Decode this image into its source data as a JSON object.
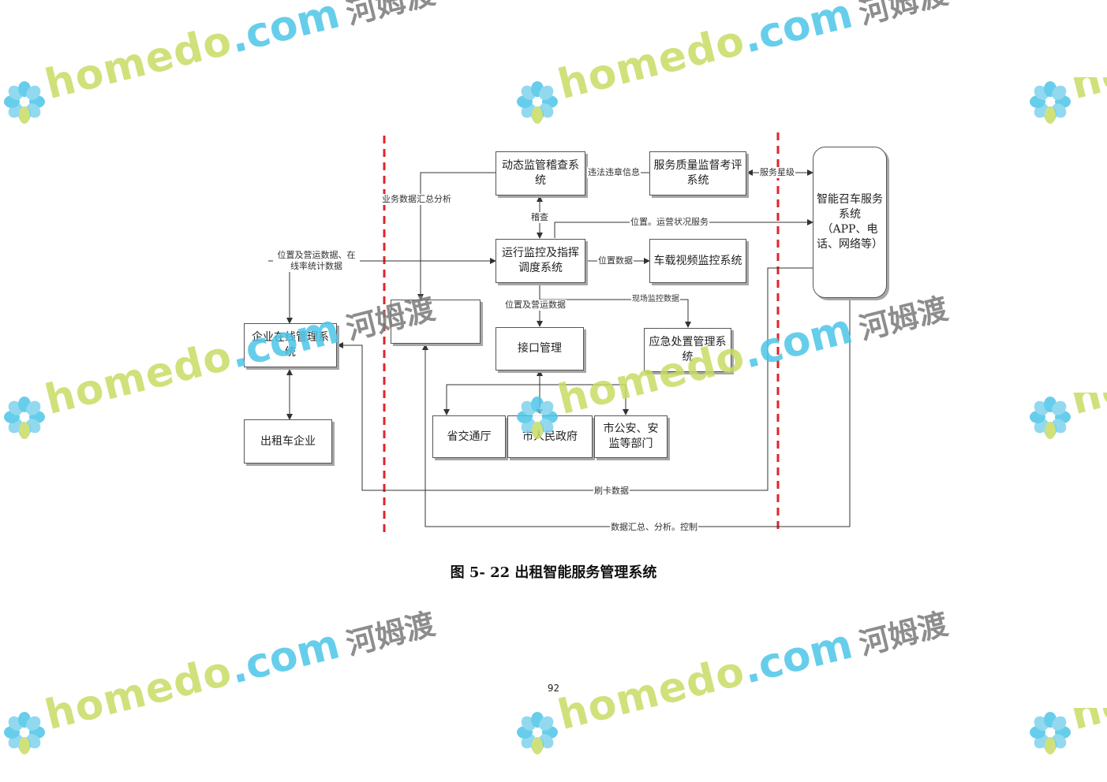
{
  "diagram": {
    "nodes": {
      "dynamic_monitor": "动态监管稽查系统",
      "service_quality": "服务质量监督考评系统",
      "smart_call": "智能召车服务系统（APP、电话、网络等）",
      "operation_monitor": "运行监控及指挥调度系统",
      "vehicle_video": "车载视频监控系统",
      "enterprise_online": "企业在线管理系统",
      "blank_box": "",
      "interface_mgmt": "接口管理",
      "emergency": "应急处置管理系统",
      "taxi_company": "出租车企业",
      "provincial_transport": "省交通厅",
      "city_government": "市人民政府",
      "public_security": "市公安、安监等部门"
    },
    "edge_labels": {
      "violation_info": "违法违章信息",
      "service_rating": "服务星级",
      "business_analysis": "业务数据汇总分析",
      "inspect": "稽查",
      "position_status_service": "位置。运营状况服务",
      "position_operation_stats": "位置及营运数据、在线率统计数据",
      "position_data": "位置数据",
      "position_operation_data": "位置及营运数据",
      "scene_monitor_data": "现场监控数据",
      "card_data": "刷卡数据",
      "data_summary_control": "数据汇总、分析。控制"
    }
  },
  "caption": "图 5- 22 出租智能服务管理系统",
  "page_number": "92",
  "watermark": {
    "brand": "homedo",
    "domain": ".com",
    "chinese": "河姆渡"
  },
  "colors": {
    "divider": "#e0242a",
    "line": "#333333",
    "watermark_green": "#c8dc64",
    "watermark_blue": "#4cc6e8"
  }
}
